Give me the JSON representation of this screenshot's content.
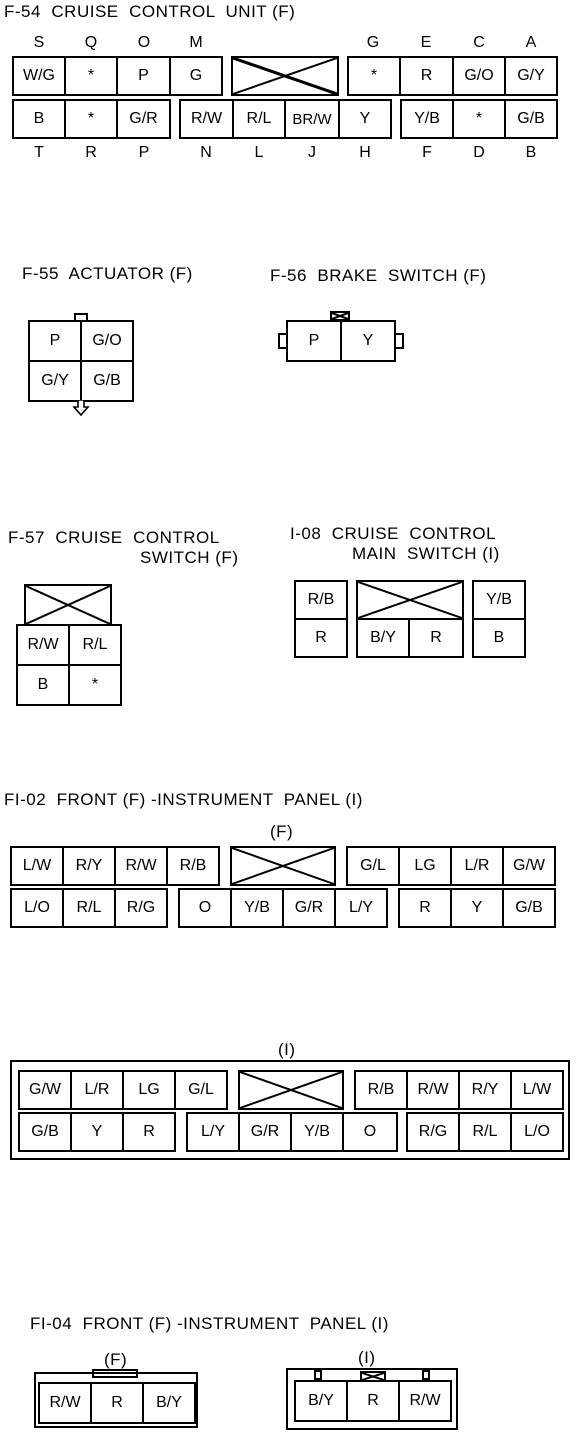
{
  "f54": {
    "title": "F-54  CRUISE  CONTROL  UNIT (F)",
    "top_labels": [
      "S",
      "Q",
      "O",
      "M",
      "G",
      "E",
      "C",
      "A"
    ],
    "row1": [
      "W/G",
      "*",
      "P",
      "G",
      "*",
      "R",
      "G/O",
      "G/Y"
    ],
    "row2": [
      "B",
      "*",
      "G/R",
      "R/W",
      "R/L",
      "BR/W",
      "Y",
      "Y/B",
      "*",
      "G/B"
    ],
    "bottom_labels": [
      "T",
      "R",
      "P",
      "N",
      "L",
      "J",
      "H",
      "F",
      "D",
      "B"
    ]
  },
  "f55": {
    "title": "F-55  ACTUATOR (F)",
    "cells": [
      "P",
      "G/O",
      "G/Y",
      "G/B"
    ]
  },
  "f56": {
    "title": "F-56  BRAKE  SWITCH (F)",
    "cells": [
      "P",
      "Y"
    ]
  },
  "f57": {
    "title_line1": "F-57  CRUISE  CONTROL",
    "title_line2": "SWITCH (F)",
    "cells": [
      "R/W",
      "R/L",
      "B",
      "*"
    ]
  },
  "i08": {
    "title_line1": "I-08  CRUISE  CONTROL",
    "title_line2": "MAIN  SWITCH (I)",
    "cells": [
      "R/B",
      "Y/B",
      "R",
      "B/Y",
      "R",
      "B"
    ]
  },
  "fi02": {
    "title": "FI-02  FRONT (F) -INSTRUMENT  PANEL (I)",
    "f_label": "(F)",
    "f_row1": [
      "L/W",
      "R/Y",
      "R/W",
      "R/B",
      "G/L",
      "LG",
      "L/R",
      "G/W"
    ],
    "f_row2": [
      "L/O",
      "R/L",
      "R/G",
      "O",
      "Y/B",
      "G/R",
      "L/Y",
      "R",
      "Y",
      "G/B"
    ],
    "i_label": "(I)",
    "i_row1": [
      "G/W",
      "L/R",
      "LG",
      "G/L",
      "R/B",
      "R/W",
      "R/Y",
      "L/W"
    ],
    "i_row2": [
      "G/B",
      "Y",
      "R",
      "L/Y",
      "G/R",
      "Y/B",
      "O",
      "R/G",
      "R/L",
      "L/O"
    ]
  },
  "fi04": {
    "title": "FI-04  FRONT (F) -INSTRUMENT  PANEL (I)",
    "f_label": "(F)",
    "f_cells": [
      "R/W",
      "R",
      "B/Y"
    ],
    "i_label": "(I)",
    "i_cells": [
      "B/Y",
      "R",
      "R/W"
    ]
  }
}
